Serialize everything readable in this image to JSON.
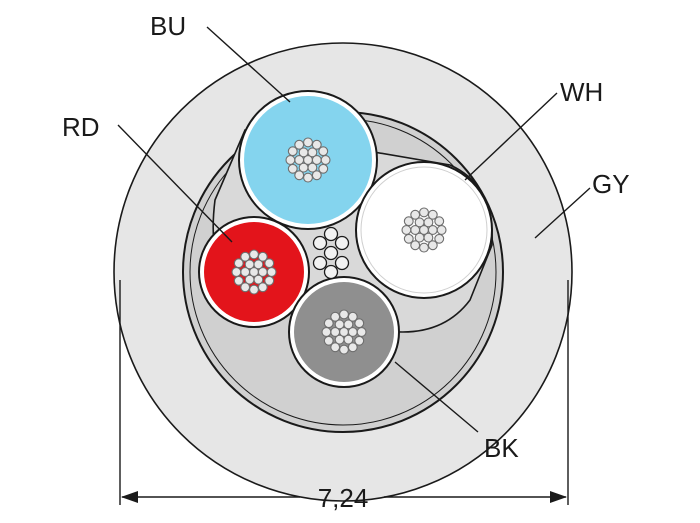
{
  "labels": {
    "blue": "BU",
    "white": "WH",
    "red": "RD",
    "grey": "GY",
    "black": "BK"
  },
  "dimension": "7,24",
  "colors": {
    "jacket": "#e6e6e6",
    "filler": "#cccccc",
    "blue_core": "#84d4ee",
    "white_core": "#ffffff",
    "red_core": "#e3141b",
    "black_core": "#8f8f8f",
    "strand": "#e8e8e8",
    "outline": "#1a1a1a"
  }
}
